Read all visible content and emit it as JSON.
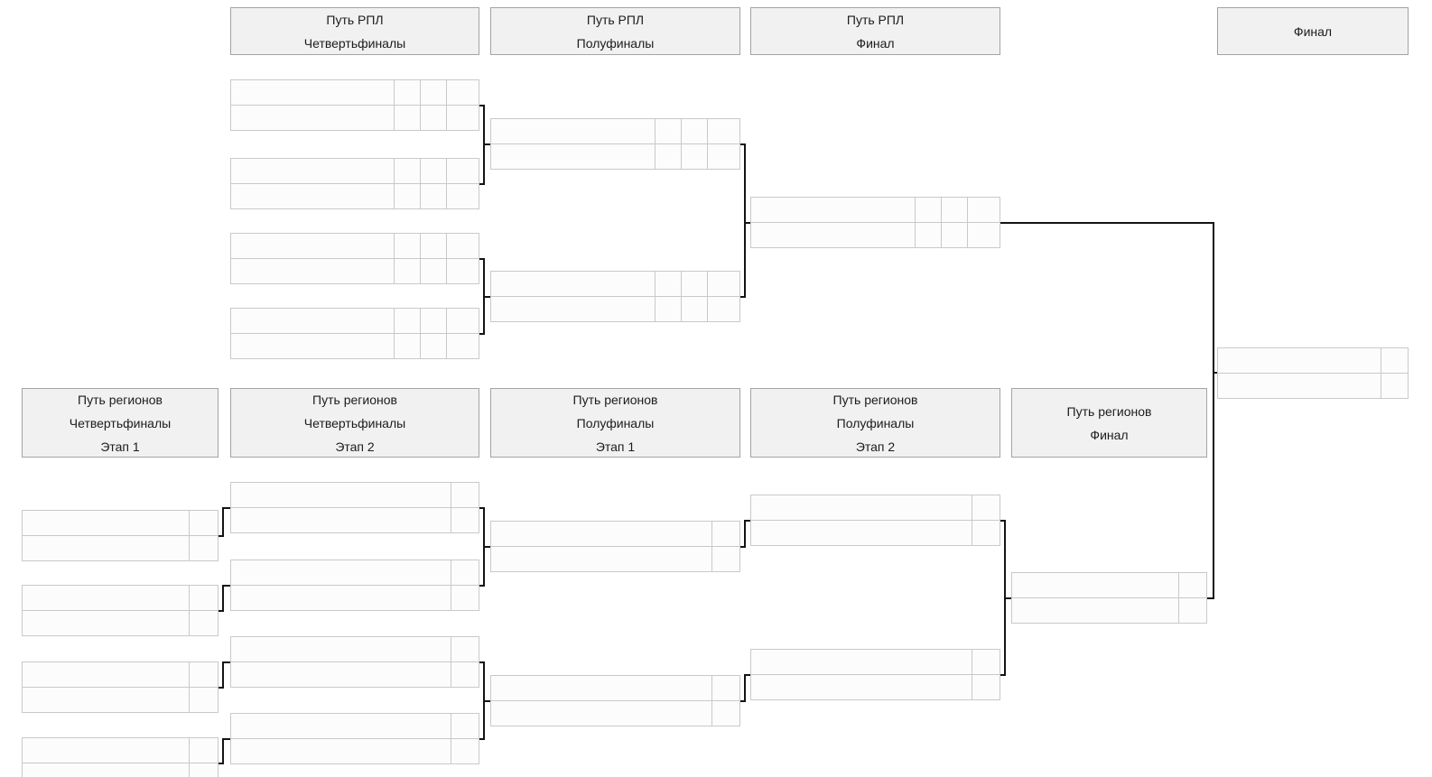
{
  "headers": {
    "rpl_quarterfinals": {
      "lines": [
        "Путь РПЛ",
        "Четвертьфиналы"
      ]
    },
    "rpl_semifinals": {
      "lines": [
        "Путь РПЛ",
        "Полуфиналы"
      ]
    },
    "rpl_final": {
      "lines": [
        "Путь РПЛ",
        "Финал"
      ]
    },
    "grand_final": {
      "lines": [
        "Финал"
      ]
    },
    "regions_qf_stage1": {
      "lines": [
        "Путь регионов",
        "Четвертьфиналы",
        "Этап 1"
      ]
    },
    "regions_qf_stage2": {
      "lines": [
        "Путь регионов",
        "Четвертьфиналы",
        "Этап 2"
      ]
    },
    "regions_sf_stage1": {
      "lines": [
        "Путь регионов",
        "Полуфиналы",
        "Этап 1"
      ]
    },
    "regions_sf_stage2": {
      "lines": [
        "Путь регионов",
        "Полуфиналы",
        "Этап 2"
      ]
    },
    "regions_final": {
      "lines": [
        "Путь регионов",
        "Финал"
      ]
    }
  },
  "matches": {
    "all_slots_empty": true,
    "team_placeholder": "",
    "score_placeholder": ""
  },
  "colors": {
    "connector": "#141414",
    "box_border": "#c9c9c9",
    "box_bg": "#fcfcfc",
    "header_bg": "#f1f1f1",
    "header_border": "#a3a3a3"
  }
}
